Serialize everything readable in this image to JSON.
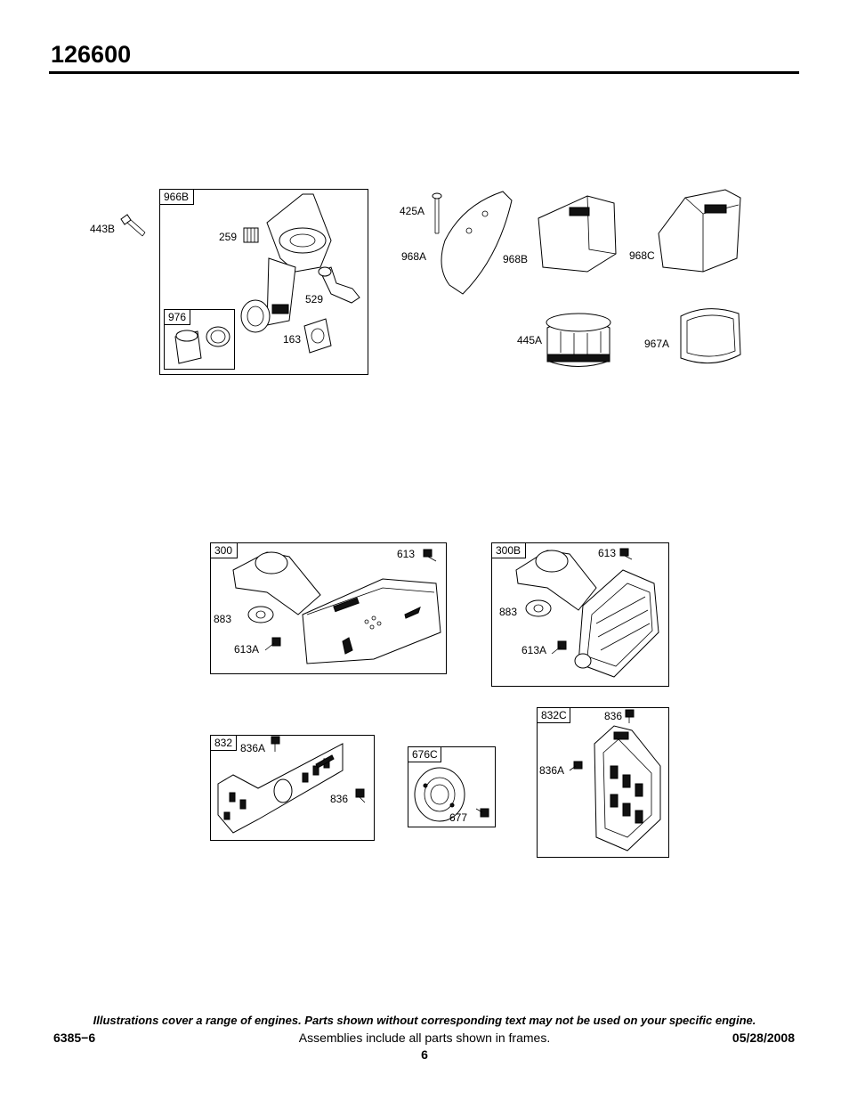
{
  "header": {
    "model": "126600"
  },
  "top_group": {
    "frames": {
      "f966B": "966B",
      "f976": "976"
    },
    "labels": {
      "l443B": "443B",
      "l259": "259",
      "l529": "529",
      "l163": "163",
      "l425A": "425A",
      "l968A": "968A",
      "l968B": "968B",
      "l968C": "968C",
      "l445A": "445A",
      "l967A": "967A"
    }
  },
  "bottom_group": {
    "frames": {
      "f300": "300",
      "f300B": "300B",
      "f832": "832",
      "f676C": "676C",
      "f832C": "832C"
    },
    "labels": {
      "a613": "613",
      "a883": "883",
      "a613A": "613A",
      "b613": "613",
      "b883": "883",
      "b613A": "613A",
      "c836A": "836A",
      "c836": "836",
      "d677": "677",
      "e836": "836",
      "e836A": "836A"
    }
  },
  "footer": {
    "note": "Illustrations cover a range of engines. Parts shown without corresponding text may not be used on your specific engine.",
    "doc_id": "6385−6",
    "frames_note": "Assemblies include all parts shown in frames.",
    "date": "05/28/2008",
    "page": "6"
  }
}
